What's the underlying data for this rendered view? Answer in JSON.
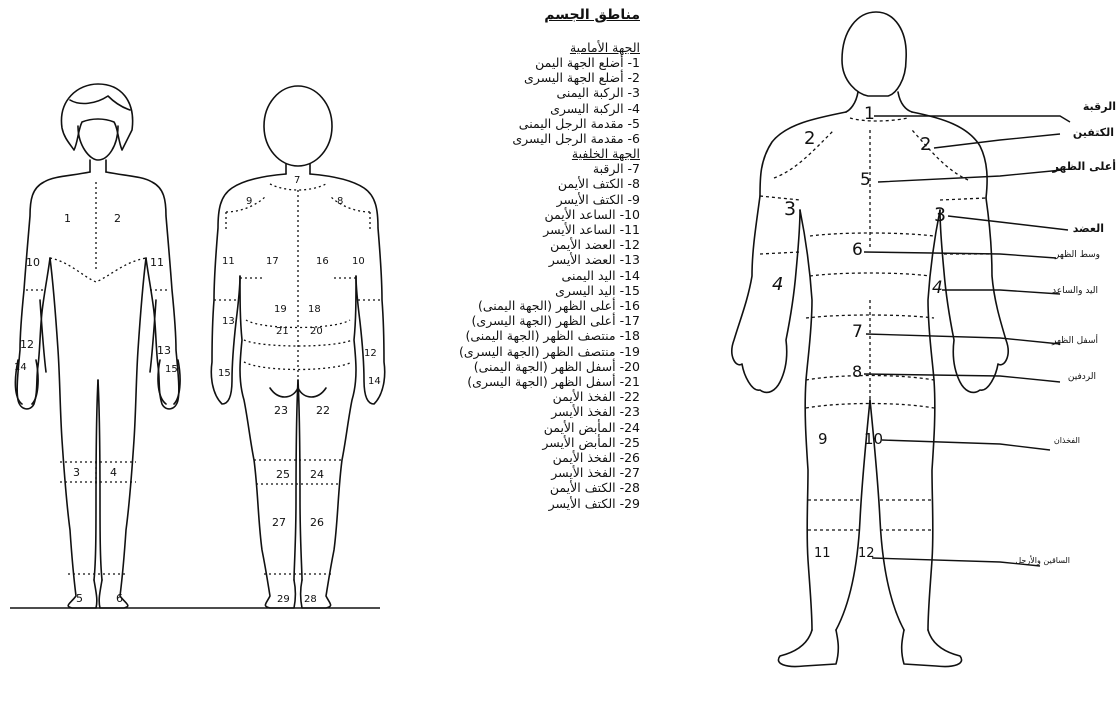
{
  "list": {
    "title": "مناطق الجسم",
    "front_heading": "الجهة الأمامية",
    "front_items": [
      "1- أضلع الجهة اليمن",
      "2- أضلع الجهة اليسرى",
      "3- الركبة اليمنى",
      "4- الركبة اليسرى",
      "5- مقدمة الرجل اليمنى",
      "6- مقدمة الرجل اليسرى"
    ],
    "back_heading": "الجهة الخلفية",
    "back_items": [
      "7- الرقبة",
      "8- الكتف الأيمن",
      "9- الكتف الأيسر",
      "10- الساعد الأيمن",
      "11- الساعد الأيسر",
      "12- العضد الأيمن",
      "13- العضد الأيسر",
      "14- اليد اليمنى",
      "15- اليد اليسرى",
      "16- أعلى الظهر (الجهة اليمنى)",
      "17- أعلى الظهر (الجهة اليسرى)",
      "18- منتصف الظهر (الجهة اليمنى)",
      "19- منتصف الظهر (الجهة اليسرى)",
      "20- أسفل الظهر (الجهة اليمنى)",
      "21- أسفل الظهر (الجهة اليسرى)",
      "22- الفخذ الأيمن",
      "23- الفخذ الأيسر",
      "24- المأبض الأيمن",
      "25- المأبض الأيسر",
      "26- الفخذ الأيمن",
      "27- الفخذ الأيسر",
      "28- الكتف الأيمن",
      "29- الكتف الأيسر"
    ]
  },
  "front_figure": {
    "numbers": [
      "1",
      "2",
      "10",
      "11",
      "12",
      "13",
      "14",
      "15",
      "3",
      "4",
      "5",
      "6"
    ]
  },
  "back_figure": {
    "numbers": [
      "7",
      "9",
      "8",
      "11",
      "17",
      "16",
      "10",
      "19",
      "18",
      "13",
      "21",
      "20",
      "12",
      "15",
      "14",
      "23",
      "22",
      "25",
      "24",
      "27",
      "26",
      "29",
      "28"
    ]
  },
  "right_figure": {
    "numbers": [
      "1",
      "2",
      "2",
      "5",
      "3",
      "3",
      "6",
      "4",
      "4",
      "7",
      "8",
      "9",
      "10",
      "11",
      "12"
    ],
    "labels": [
      "الرقبة",
      "الكتفين",
      "أعلى الظهر",
      "العضد",
      "وسط الظهر",
      "اليد والساعد",
      "أسفل الظهر",
      "الردفين",
      "الفخذان",
      "الساقين والأرجل"
    ]
  }
}
